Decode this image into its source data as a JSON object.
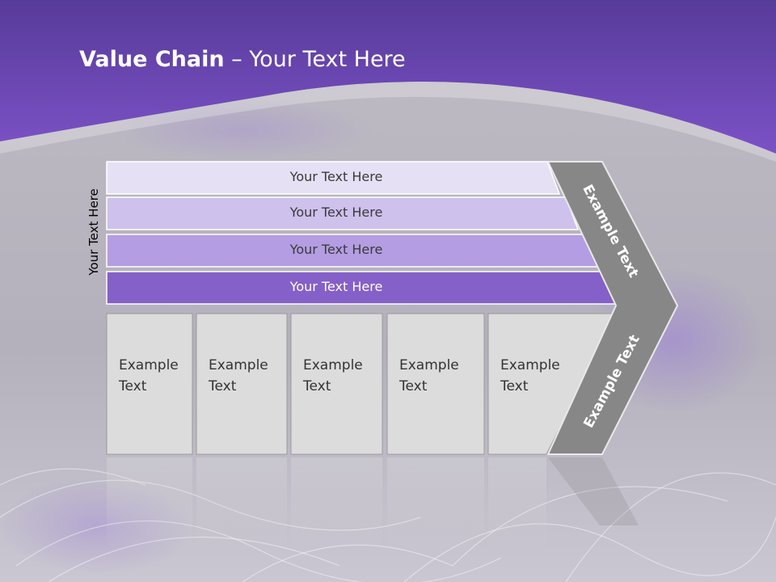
{
  "title": {
    "bold": "Value Chain",
    "rest": " – Your Text Here"
  },
  "side_label": "Your Text Here",
  "bars": [
    {
      "label": "Your Text Here",
      "color": "#e6e0f5"
    },
    {
      "label": "Your Text Here",
      "color": "#cec1ec"
    },
    {
      "label": "Your Text Here",
      "color": "#b49de2"
    },
    {
      "label": "Your Text Here",
      "color": "#8560c8"
    }
  ],
  "boxes": [
    {
      "line1": "Example",
      "line2": "Text"
    },
    {
      "line1": "Example",
      "line2": "Text"
    },
    {
      "line1": "Example",
      "line2": "Text"
    },
    {
      "line1": "Example",
      "line2": "Text"
    },
    {
      "line1": "Example",
      "line2": "Text"
    }
  ],
  "chevron": {
    "top_label": "Example Text",
    "bottom_label": "Example Text"
  },
  "colors": {
    "header_purple": "#6a45b8",
    "box_fill": "#dcdcdc",
    "chevron_fill": "#878787"
  }
}
